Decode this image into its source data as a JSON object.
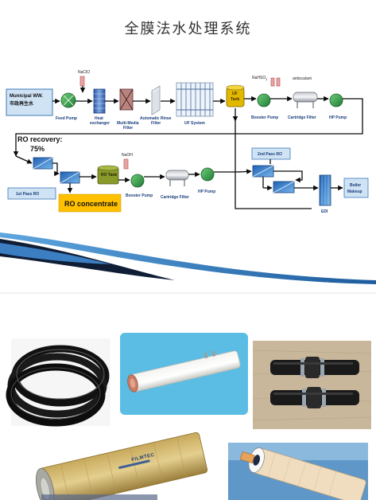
{
  "title": "全膜法水处理系统",
  "labels": {
    "municipal_en": "Municipal WW.",
    "municipal_cn": "市政再生水",
    "naclo": "NaClO",
    "nahso3": "NaHSO",
    "nahso3_sub": "3",
    "antiscalant": "antiscalant",
    "feed_pump": "Feed Pump",
    "heat_exchanger_1": "Heat",
    "heat_exchanger_2": "exchanger",
    "mm_filter_1": "Multi-Media",
    "mm_filter_2": "Filter",
    "ar_filter_1": "Automatic Rinse",
    "ar_filter_2": "Filter",
    "uf_system": "UF System",
    "uf_tank_1": "UF",
    "uf_tank_2": "Tank",
    "booster_pump_1": "Booster Pump",
    "cartridge_filter_1": "Cartridge Filter",
    "hp_pump_1": "HP Pump",
    "ro_recovery": "RO recovery:",
    "ro_recovery_value": "75%",
    "naoh": "NaOH",
    "ro_tank": "RO Tank",
    "first_pass_ro": "1st Pass RO",
    "ro_concentrate": "RO concentrate",
    "booster_pump_2": "Booster Pump",
    "cartridge_filter_2": "Cartridge Filter",
    "hp_pump_2": "HP Pump",
    "second_pass_ro": "2nd Pass RO",
    "edi": "EDI",
    "boiler_1": "Boiler",
    "boiler_2": "Makeup",
    "filmtec": "FILMTEC"
  },
  "colors": {
    "arrow": "#0a0a0a",
    "label_blue": "#1a3d7c",
    "box_fill": "#cfe3f5",
    "box_border": "#3d78b8",
    "concentrate_fill": "#ffc000",
    "tank_green": "#8a9a2a",
    "uf_tank_yellow": "#e0b800",
    "swoosh_dark": "#0f1d35",
    "swoosh_blue": "#3b7fc2",
    "photo_blue_bg": "#5bbde3"
  },
  "icons": [
    "pump-icon",
    "heat-exchanger-icon",
    "filter-vessel-icon",
    "screen-filter-icon",
    "uf-rack-icon",
    "tank-icon",
    "cartridge-filter-icon",
    "ro-membrane-icon",
    "edi-stack-icon",
    "chemical-dosing-icon"
  ]
}
